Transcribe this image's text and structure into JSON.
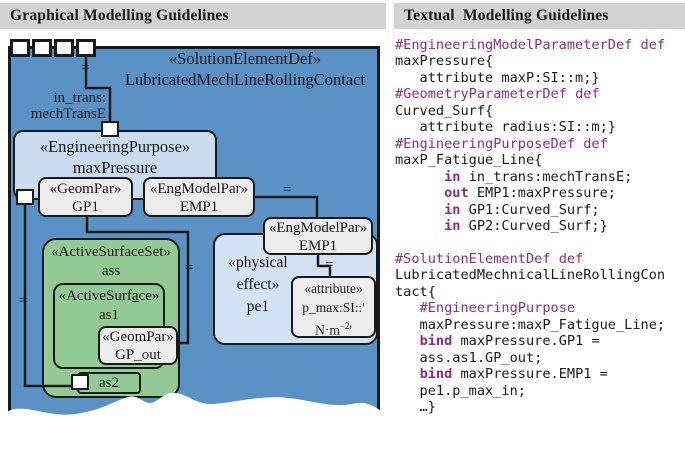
{
  "header": {
    "left_title": "Graphical Modelling Guidelines",
    "right_title": "Textual  Modelling Guidelines"
  },
  "diagram": {
    "equals": "=",
    "solution_element": {
      "stereotype": "«SolutionElementDef»",
      "name": "LubricatedMechLineRollingContact"
    },
    "in_trans_port": {
      "line1": "in_trans:",
      "line2": "mechTransE"
    },
    "eng_purpose": {
      "stereotype": "«EngineeringPurpose»",
      "name": "maxPressure"
    },
    "gp1": {
      "stereotype": "«GeomPar»",
      "name": "GP1"
    },
    "emp1_inner": {
      "stereotype": "«EngModelPar»",
      "name": "EMP1"
    },
    "emp1_outer": {
      "stereotype": "«EngModelPar»",
      "name": "EMP1"
    },
    "pe1": {
      "stereotype_line1": "«physical",
      "stereotype_line2": "effect»",
      "name": "pe1"
    },
    "attribute": {
      "stereotype": "«attribute»",
      "value_line1": "p_max:SI::'",
      "value_line2_pre": "N·m",
      "value_line2_sup": "−2",
      "value_line2_post": "'"
    },
    "ass": {
      "stereotype": "«ActiveSurfaceSet»",
      "name": "ass"
    },
    "as1": {
      "stereotype_pre": "«ActiveSurf",
      "stereotype_underlined": "a",
      "stereotype_post": "ce»",
      "name": "as1"
    },
    "gp_out": {
      "stereotype": "«GeomPar»",
      "name": "GP_out"
    },
    "as2": {
      "name": "as2"
    }
  },
  "code": {
    "lines": [
      [
        {
          "c": "k",
          "t": "#EngineeringModelParameterDef"
        },
        {
          "c": "t",
          "t": " "
        },
        {
          "c": "k",
          "t": "def"
        }
      ],
      [
        {
          "c": "t",
          "t": "maxPressure{"
        }
      ],
      [
        {
          "c": "t",
          "t": "   attribute maxP:SI::m;}"
        }
      ],
      [
        {
          "c": "k",
          "t": "#GeometryParameterDef"
        },
        {
          "c": "t",
          "t": " "
        },
        {
          "c": "k",
          "t": "def"
        }
      ],
      [
        {
          "c": "t",
          "t": "Curved_Surf{"
        }
      ],
      [
        {
          "c": "t",
          "t": "   attribute radius:SI::m;}"
        }
      ],
      [
        {
          "c": "k",
          "t": "#EngineeringPurposeDef"
        },
        {
          "c": "t",
          "t": " "
        },
        {
          "c": "k",
          "t": "def"
        }
      ],
      [
        {
          "c": "t",
          "t": "maxP_Fatigue_Line{"
        }
      ],
      [
        {
          "c": "t",
          "t": "      "
        },
        {
          "c": "b",
          "t": "in"
        },
        {
          "c": "t",
          "t": " in_trans:mechTransE;"
        }
      ],
      [
        {
          "c": "t",
          "t": "      "
        },
        {
          "c": "b",
          "t": "out"
        },
        {
          "c": "t",
          "t": " EMP1:maxPressure;"
        }
      ],
      [
        {
          "c": "t",
          "t": "      "
        },
        {
          "c": "b",
          "t": "in"
        },
        {
          "c": "t",
          "t": " GP1:Curved_Surf;"
        }
      ],
      [
        {
          "c": "t",
          "t": "      "
        },
        {
          "c": "b",
          "t": "in"
        },
        {
          "c": "t",
          "t": " GP2:Curved_Surf;}"
        }
      ],
      [],
      [
        {
          "c": "k",
          "t": "#SolutionElementDef"
        },
        {
          "c": "t",
          "t": " "
        },
        {
          "c": "k",
          "t": "def"
        }
      ],
      [
        {
          "c": "t",
          "t": "LubricatedMechnicalLineRollingCon"
        }
      ],
      [
        {
          "c": "t",
          "t": "tact{"
        }
      ],
      [
        {
          "c": "t",
          "t": "   "
        },
        {
          "c": "k",
          "t": "#EngineeringPurpose"
        }
      ],
      [
        {
          "c": "t",
          "t": "   maxPressure:maxP_Fatigue_Line;"
        }
      ],
      [
        {
          "c": "t",
          "t": "   "
        },
        {
          "c": "b",
          "t": "bind"
        },
        {
          "c": "t",
          "t": " maxPressure.GP1 ="
        }
      ],
      [
        {
          "c": "t",
          "t": "   ass.as1.GP_out;"
        }
      ],
      [
        {
          "c": "t",
          "t": "   "
        },
        {
          "c": "b",
          "t": "bind"
        },
        {
          "c": "t",
          "t": " maxPressure.EMP1 ="
        }
      ],
      [
        {
          "c": "t",
          "t": "   pe1.p_max_in;"
        }
      ],
      [
        {
          "c": "t",
          "t": "   …}"
        }
      ]
    ]
  }
}
